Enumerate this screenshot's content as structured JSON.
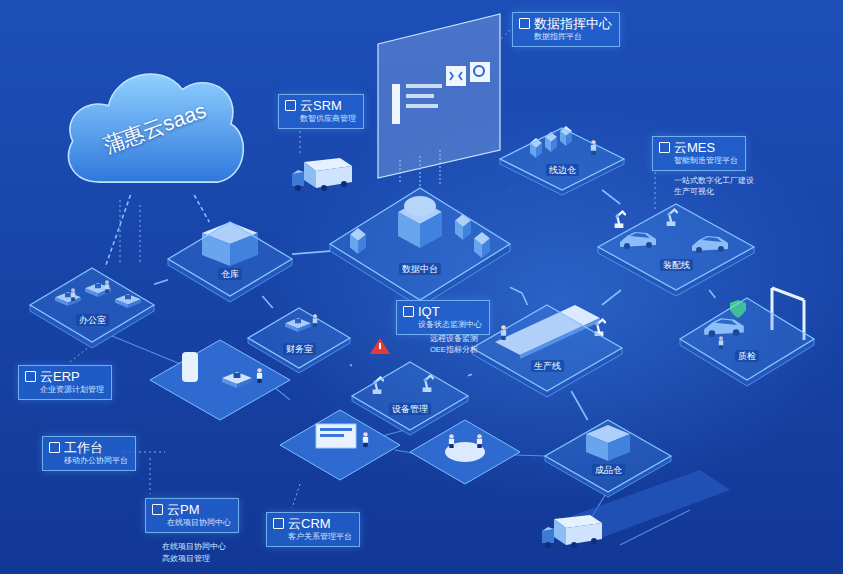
{
  "diagram": {
    "nodes": [
      {
        "text": [
          "蒲惠云saas"
        ]
      },
      {
        "text": [
          "数据指挥中心",
          "数据指挥平台"
        ]
      },
      {
        "text": [
          "云SRM",
          "数智供应商管理"
        ]
      },
      {
        "text": [
          "线边仓"
        ]
      },
      {
        "text": [
          "云MES",
          "智能制造管理平台"
        ]
      },
      {
        "text": [
          "仓库"
        ]
      },
      {
        "text": [
          "数据中台"
        ]
      },
      {
        "text": [
          "办公室"
        ]
      },
      {
        "text": [
          "装配线"
        ]
      },
      {
        "text": [
          "财务室"
        ]
      },
      {
        "text": [
          "IQT",
          "设备状态监测中心"
        ]
      },
      {
        "text": [
          "生产线"
        ]
      },
      {
        "text": [
          "云ERP",
          "企业资源计划管理"
        ]
      },
      {
        "text": [
          "设备管理"
        ]
      },
      {
        "text": [
          "质检"
        ]
      },
      {
        "text": [
          "工作台",
          "移动办公协同平台"
        ]
      },
      {
        "text": [
          "成品仓"
        ]
      },
      {
        "text": [
          "云PM",
          "在线项目协同中心"
        ]
      },
      {
        "text": [
          "云CRM",
          "客户关系管理平台"
        ]
      }
    ],
    "edges": [
      {
        "from": 0,
        "to": 7,
        "arrow": "none"
      },
      {
        "from": 0,
        "to": 5,
        "arrow": "none"
      },
      {
        "from": 7,
        "to": 5,
        "arrow": "none"
      },
      {
        "from": 5,
        "to": 6,
        "arrow": "none"
      },
      {
        "from": 5,
        "to": 9,
        "arrow": "none"
      },
      {
        "from": 6,
        "to": 3,
        "arrow": "none"
      },
      {
        "from": 6,
        "to": 11,
        "arrow": "none"
      },
      {
        "from": 3,
        "to": 8,
        "arrow": "none"
      },
      {
        "from": 11,
        "to": 8,
        "arrow": "none"
      },
      {
        "from": 11,
        "to": 13,
        "arrow": "none"
      },
      {
        "from": 8,
        "to": 14,
        "arrow": "none"
      },
      {
        "from": 11,
        "to": 16,
        "arrow": "none"
      },
      {
        "from": 9,
        "to": 13,
        "arrow": "none"
      }
    ],
    "labels": [
      "一站式数字化工厂建设",
      "生产可视化",
      "远程设备监测",
      "OEE指标分析",
      "在线项目协同中心",
      "高效项目管理"
    ]
  }
}
